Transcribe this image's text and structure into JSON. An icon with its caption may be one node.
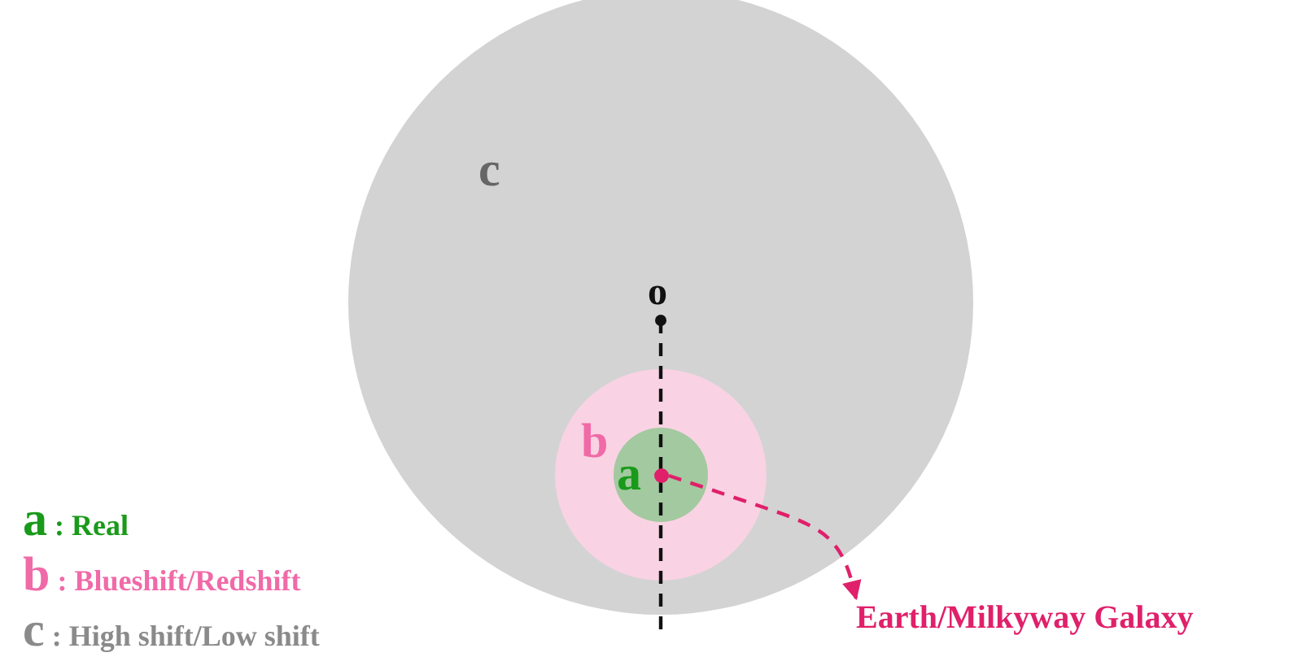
{
  "diagram": {
    "nodes": [
      {
        "text": [
          "c"
        ]
      },
      {
        "text": [
          "b"
        ],
        "in": 0
      },
      {
        "text": [
          "a"
        ],
        "in": 1
      },
      {
        "text": [
          "o"
        ],
        "in": 0
      },
      {
        "text": [],
        "shape": "circle",
        "in": 2
      },
      {
        "text": [
          "Earth/Milkyway Galaxy"
        ]
      }
    ],
    "edges": [
      {
        "from": 3,
        "to": null,
        "arrow": "other",
        "style": "dashed"
      },
      {
        "from": 4,
        "to": 5,
        "arrow": "to",
        "style": "dashed",
        "color": "#e0206a"
      }
    ],
    "labels": [
      "a : Real",
      "b : Blueshift/Redshift",
      "c : High shift/Low shift"
    ]
  }
}
